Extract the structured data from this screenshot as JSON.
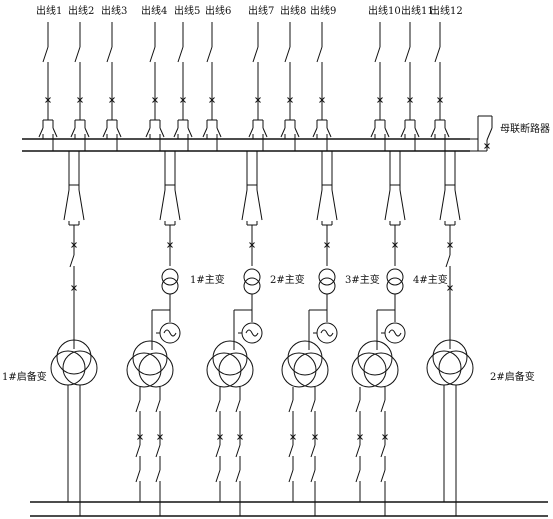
{
  "feeders": [
    "出线1",
    "出线2",
    "出线3",
    "出线4",
    "出线5",
    "出线6",
    "出线7",
    "出线8",
    "出线9",
    "出线10",
    "出线11",
    "出线12"
  ],
  "labels": {
    "bus_coupler": "母联断路器",
    "standby_1": "1#启备变",
    "standby_2": "2#启备变",
    "main_transformers": [
      "1#主变",
      "2#主变",
      "3#主变",
      "4#主变"
    ]
  }
}
